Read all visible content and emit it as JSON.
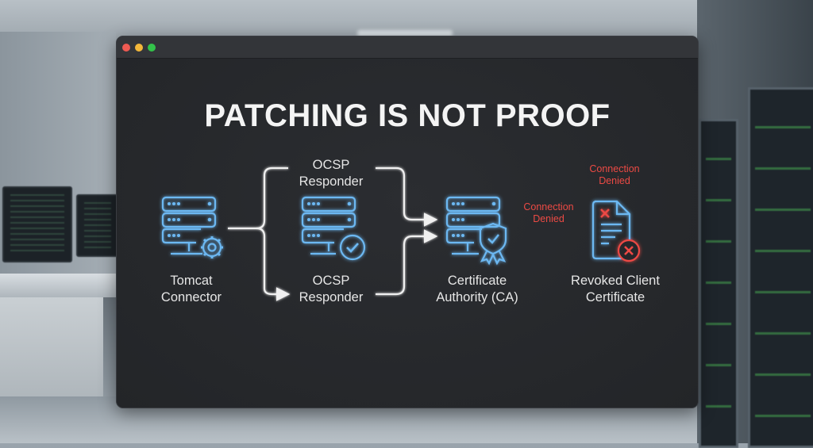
{
  "window": {
    "controls": [
      "close",
      "minimize",
      "maximize"
    ]
  },
  "slide": {
    "title": "PATCHING IS NOT PROOF",
    "nodes": {
      "tomcat": {
        "line1": "Tomcat",
        "line2": "Connector",
        "icon": "server-gear-icon"
      },
      "ocsp_top": {
        "line1": "OCSP",
        "line2": "Responder"
      },
      "ocsp_center": {
        "icon": "server-check-icon"
      },
      "ocsp_bottom": {
        "line1": "OCSP",
        "line2": "Responder"
      },
      "ca": {
        "line1": "Certificate",
        "line2": "Authority (CA)",
        "icon": "server-shield-badge-icon"
      },
      "revoked": {
        "line1": "Revoked Client",
        "line2": "Certificate",
        "icon": "document-x-icon"
      }
    },
    "denied_labels": {
      "link": {
        "line1": "Connection",
        "line2": "Denied"
      },
      "top": {
        "line1": "Connection",
        "line2": "Denied"
      }
    }
  },
  "colors": {
    "accent_blue": "#6cb8f2",
    "denied_red": "#ec4a44",
    "connector_white": "#f0f0f0"
  }
}
